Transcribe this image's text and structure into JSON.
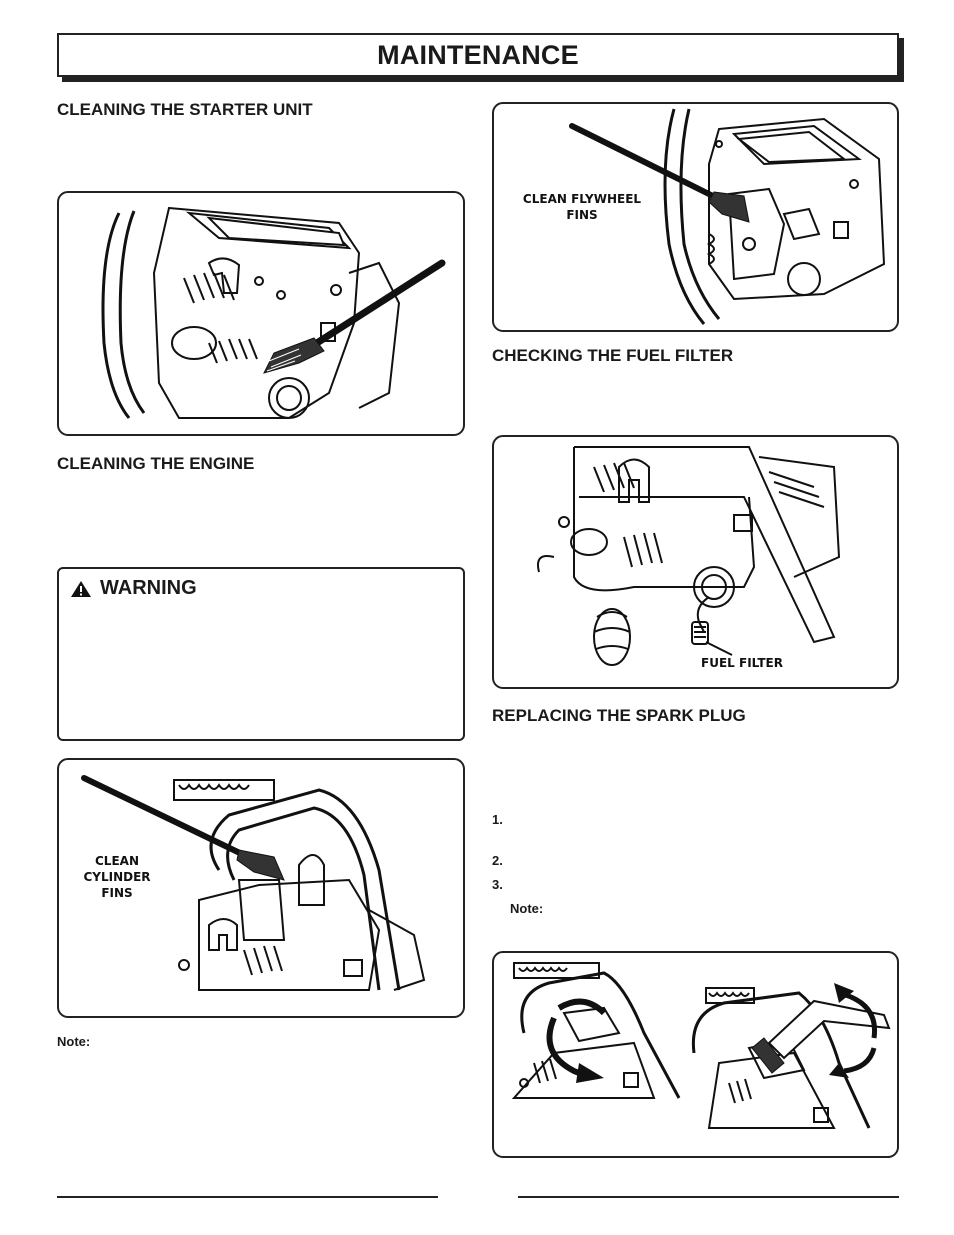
{
  "page": {
    "title": "MAINTENANCE"
  },
  "sections": {
    "starter": {
      "heading": "CLEANING THE STARTER UNIT"
    },
    "engine": {
      "heading": "CLEANING THE ENGINE"
    },
    "fuel_filter": {
      "heading": "CHECKING THE FUEL FILTER"
    },
    "spark_plug": {
      "heading": "REPLACING THE SPARK PLUG"
    }
  },
  "warning": {
    "title": "WARNING",
    "icon": "warning-triangle-icon"
  },
  "figures": {
    "flywheel": {
      "callout_line1": "CLEAN FLYWHEEL",
      "callout_line2": "FINS"
    },
    "cylinder": {
      "callout_line1": "CLEAN",
      "callout_line2": "CYLINDER FINS"
    },
    "fuel_filter": {
      "callout": "FUEL FILTER"
    }
  },
  "steps": {
    "step1": "1.",
    "step2": "2.",
    "step3": "3.",
    "note_label": "Note:"
  },
  "left_note": {
    "label": "Note:"
  }
}
